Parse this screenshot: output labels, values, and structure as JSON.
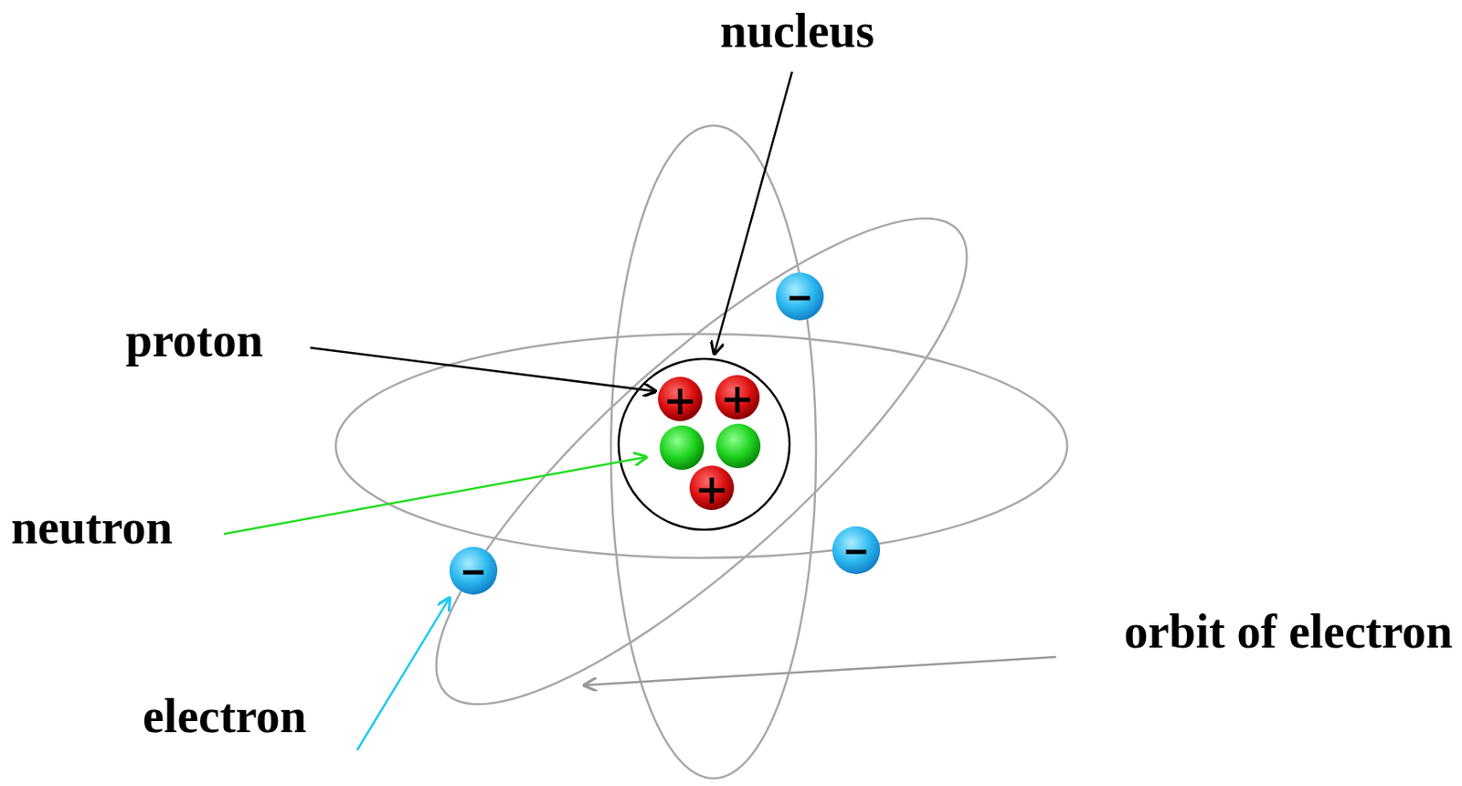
{
  "diagram": {
    "labels": [
      "nucleus",
      "proton",
      "neutron",
      "electron",
      "orbit of electron"
    ]
  }
}
